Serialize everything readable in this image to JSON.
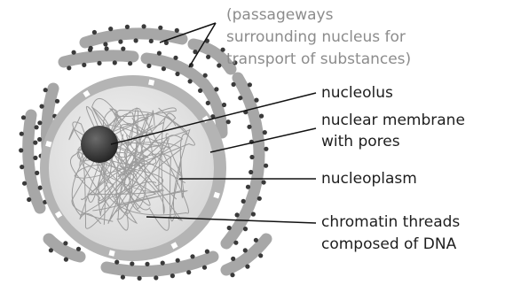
{
  "labels": {
    "er_line1": "(passageways",
    "er_line2": "surrounding nucleus for",
    "er_line3": "transport of substances)",
    "nucleolus": "nucleolus",
    "membrane_line1": "nuclear membrane",
    "membrane_line2": "with pores",
    "nucleoplasm": "nucleoplasm",
    "chromatin_line1": "chromatin threads",
    "chromatin_line2": "composed of DNA"
  },
  "colors": {
    "er_fill": "#a7a7a7",
    "ribosome": "#3a3a3a",
    "membrane": "#b4b4b4",
    "nucleoplasm": "#e3e3e3",
    "chromatin": "#8f8f8f",
    "nucleolus": "#3c3c3c",
    "label_gray": "#8c8c8c",
    "label_dark": "#1e1e1e"
  }
}
